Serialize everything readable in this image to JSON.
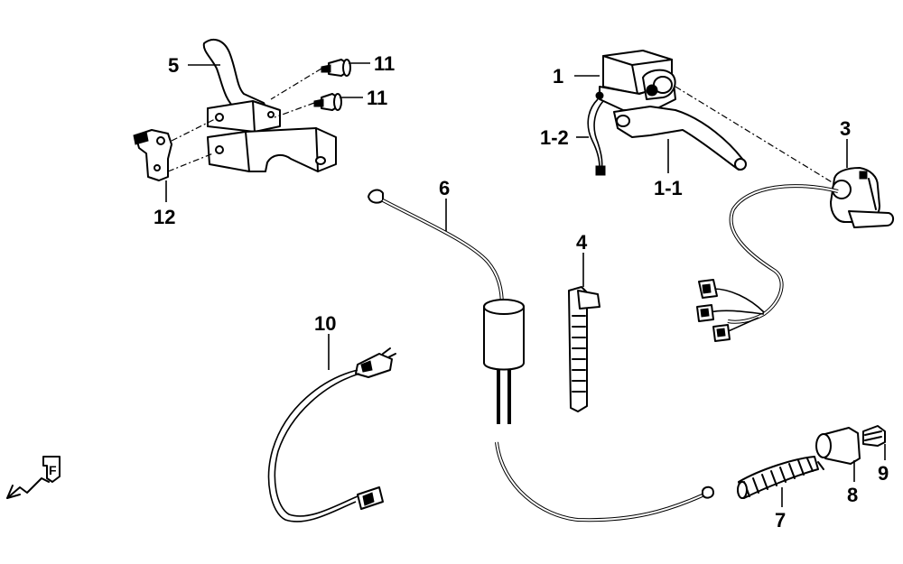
{
  "callouts": {
    "c1": "1",
    "c1_1": "1-1",
    "c1_2": "1-2",
    "c3": "3",
    "c4": "4",
    "c5": "5",
    "c6": "6",
    "c7": "7",
    "c8": "8",
    "c9": "9",
    "c10": "10",
    "c11a": "11",
    "c11b": "11",
    "c12": "12"
  },
  "front_marker": {
    "letter": "F"
  }
}
